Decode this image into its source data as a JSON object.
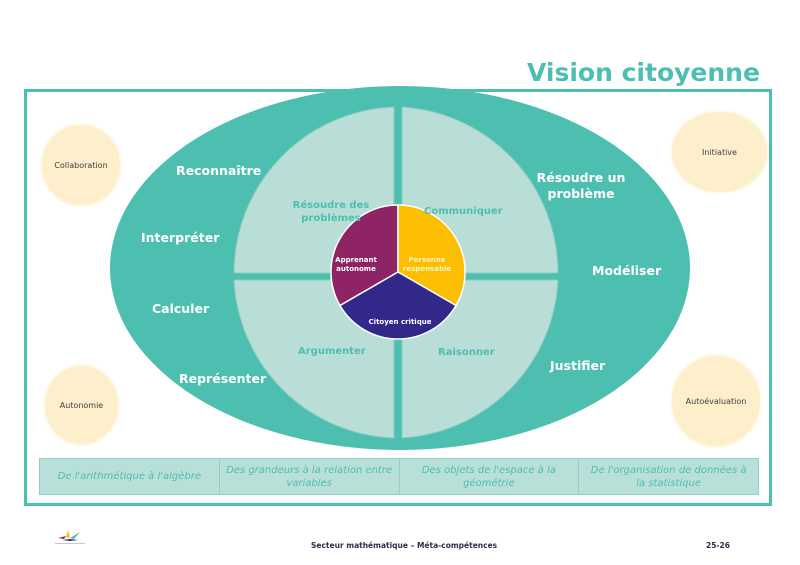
{
  "title": "Vision citoyenne",
  "transversal_competencies": [
    {
      "label": "Collaboration",
      "position": "top-left"
    },
    {
      "label": "Initiative",
      "position": "top-right"
    },
    {
      "label": "Autonomie",
      "position": "bottom-left"
    },
    {
      "label": "Autoévaluation",
      "position": "bottom-right"
    }
  ],
  "outer_ring": {
    "left": [
      "Reconnaître",
      "Interpréter",
      "Calculer",
      "Représenter"
    ],
    "right": [
      "Résoudre un problème",
      "Modéliser",
      "Justifier"
    ]
  },
  "quadrants": [
    {
      "label": "Résoudre des problèmes",
      "position": "top-left"
    },
    {
      "label": "Communiquer",
      "position": "top-right"
    },
    {
      "label": "Argumenter",
      "position": "bottom-left"
    },
    {
      "label": "Raisonner",
      "position": "bottom-right"
    }
  ],
  "core": [
    {
      "label": "Apprenant autonome",
      "color": "#8e2463"
    },
    {
      "label": "Personne responsable",
      "color": "#fbbe00"
    },
    {
      "label": "Citoyen critique",
      "color": "#32288a"
    }
  ],
  "domains": [
    "De l'arithmétique à l'algèbre",
    "Des grandeurs à la relation entre variables",
    "Des objets de l'espace à la géométrie",
    "De l'organisation de données à la statistique"
  ],
  "footer": {
    "center": "Secteur mathématique – Méta-compétences",
    "right": "25-26"
  },
  "colors": {
    "teal": "#4dbfb1",
    "light_teal": "#b8ded7",
    "blob": "#fdefcc"
  }
}
